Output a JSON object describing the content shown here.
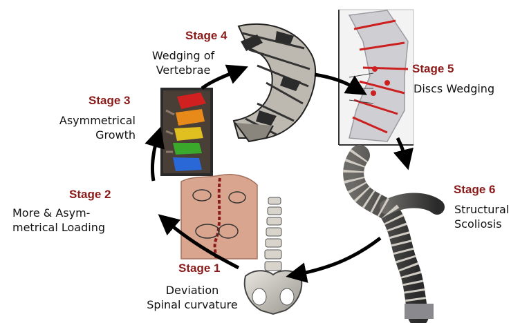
{
  "colors": {
    "stage_label": "#8b1a1a",
    "arrow": "#000000",
    "bone": "#d8d4cc",
    "bone_dark": "#3a3a3a",
    "skin": "#d9a58e",
    "marker_red": "#cc1f1f"
  },
  "stages": [
    {
      "label": "Stage 1",
      "lines": [
        "Deviation",
        "Spinal curvature"
      ]
    },
    {
      "label": "Stage 2",
      "lines": [
        "More & Asym-",
        "metrical Loading"
      ]
    },
    {
      "label": "Stage 3",
      "lines": [
        "Asymmetrical",
        "Growth"
      ]
    },
    {
      "label": "Stage 4",
      "lines": [
        "Wedging of",
        "Vertebrae"
      ]
    },
    {
      "label": "Stage 5",
      "lines": [
        "Discs Wedging"
      ]
    },
    {
      "label": "Stage 6",
      "lines": [
        "Structural",
        "Scoliosis"
      ]
    }
  ],
  "icons": {
    "stage1": "pelvis-spine-icon",
    "stage2": "back-torso-icon",
    "stage3": "colored-vertebrae-icon",
    "stage4": "wedged-vertebrae-icon",
    "stage5": "disc-wedging-xray-icon",
    "stage6": "scoliosis-spine-icon"
  }
}
